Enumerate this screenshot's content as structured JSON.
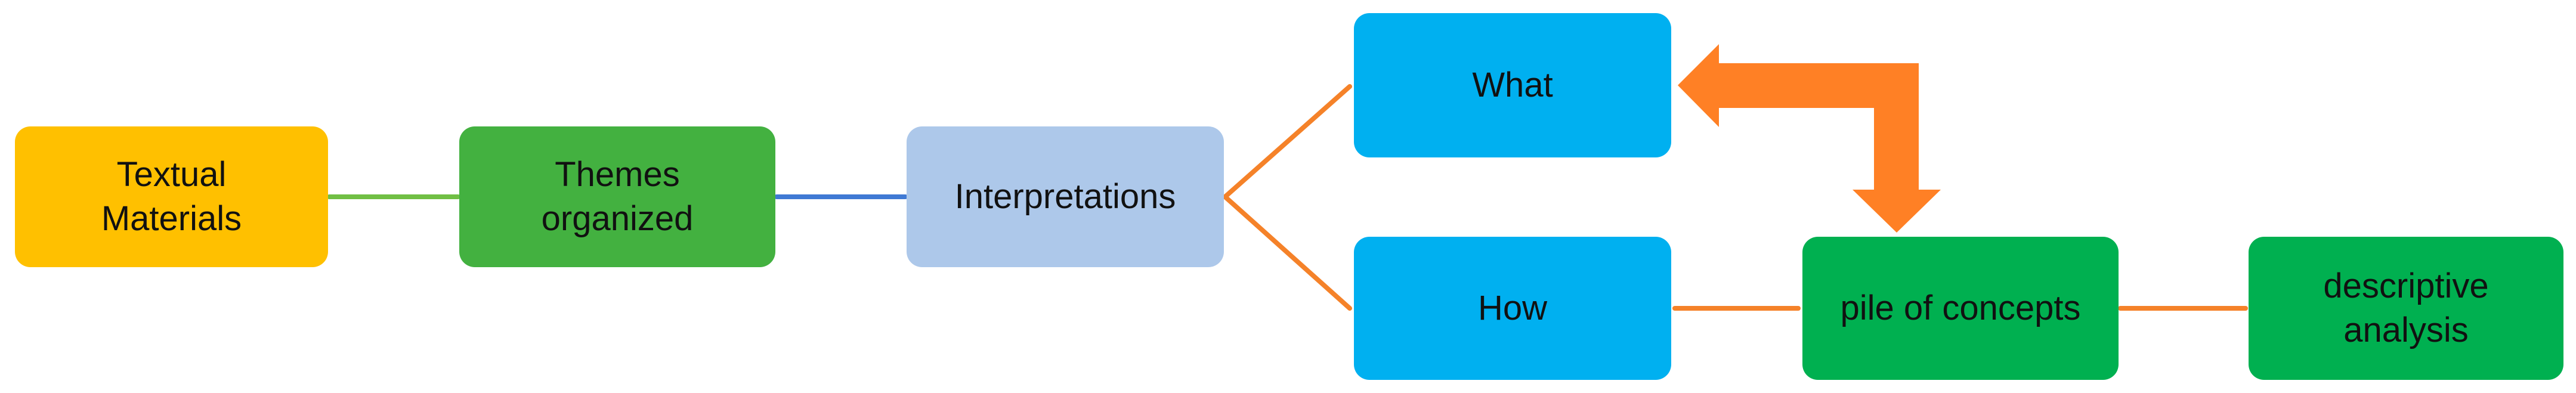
{
  "nodes": {
    "textual_materials": {
      "label": "Textual\nMaterials",
      "color": "#FFC000"
    },
    "themes_organized": {
      "label": "Themes\norganized",
      "color": "#43B140"
    },
    "interpretations": {
      "label": "Interpretations",
      "color": "#ADC8EA"
    },
    "what": {
      "label": "What",
      "color": "#00B0F0"
    },
    "how": {
      "label": "How",
      "color": "#00B0F0"
    },
    "pile_of_concepts": {
      "label": "pile of concepts",
      "color": "#00B050"
    },
    "descriptive_analysis": {
      "label": "descriptive\nanalysis",
      "color": "#00B050"
    }
  },
  "connectors": {
    "textual_to_themes": "#70BF44",
    "themes_to_interpretations": "#3F79D4",
    "interpretations_branches": "#F58229",
    "bidirectional_arrow": "#FF8025"
  }
}
